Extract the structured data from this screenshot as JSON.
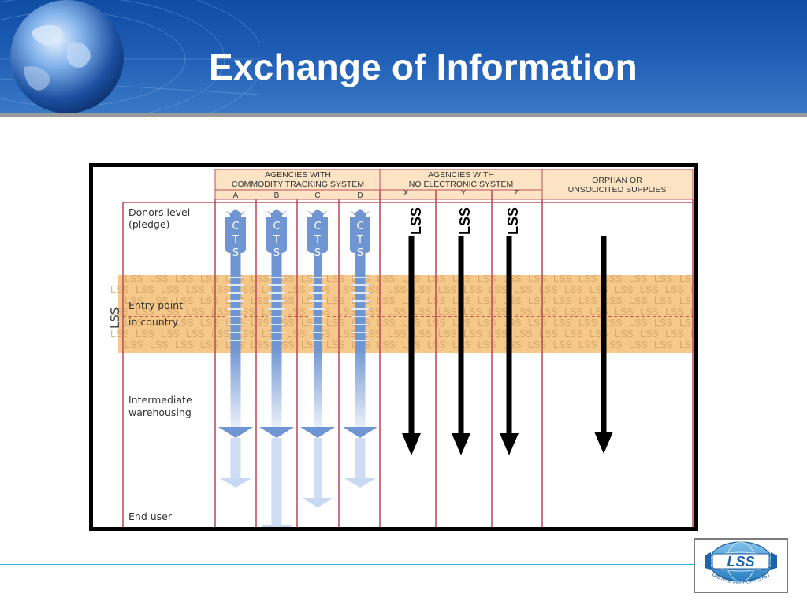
{
  "slide": {
    "title": "Exchange of Information"
  },
  "diagram": {
    "group_headers": [
      {
        "line1": "AGENCIES WITH",
        "line2": "COMMODITY TRACKING SYSTEM"
      },
      {
        "line1": "AGENCIES WITH",
        "line2": "NO ELECTRONIC SYSTEM"
      },
      {
        "line1": "ORPHAN OR",
        "line2": "UNSOLICITED SUPPLIES"
      }
    ],
    "column_letters": [
      "A",
      "B",
      "C",
      "D",
      "X",
      "Y",
      "Z"
    ],
    "row_labels": {
      "donors_1": "Donors level",
      "donors_2": "(pledge)",
      "entry_1": "Entry point",
      "entry_2": "in country",
      "intermediate_1": "Intermediate",
      "intermediate_2": "warehousing",
      "end": "End user"
    },
    "side_label": "LSS",
    "cts_letters": [
      "C",
      "T",
      "S"
    ],
    "lss_arrow_label": "LSS",
    "watermark_text": "LSS"
  },
  "logo": {
    "text": "LSS",
    "subtitle": "LOGISTICS SUPPORT SYSTEM"
  },
  "colors": {
    "header_blue": "#1d5cb3",
    "band_orange": "#f6c98b",
    "column_line": "#c0505d",
    "cts_arrow": "#6f95d3",
    "dash_red": "#b8323c"
  }
}
